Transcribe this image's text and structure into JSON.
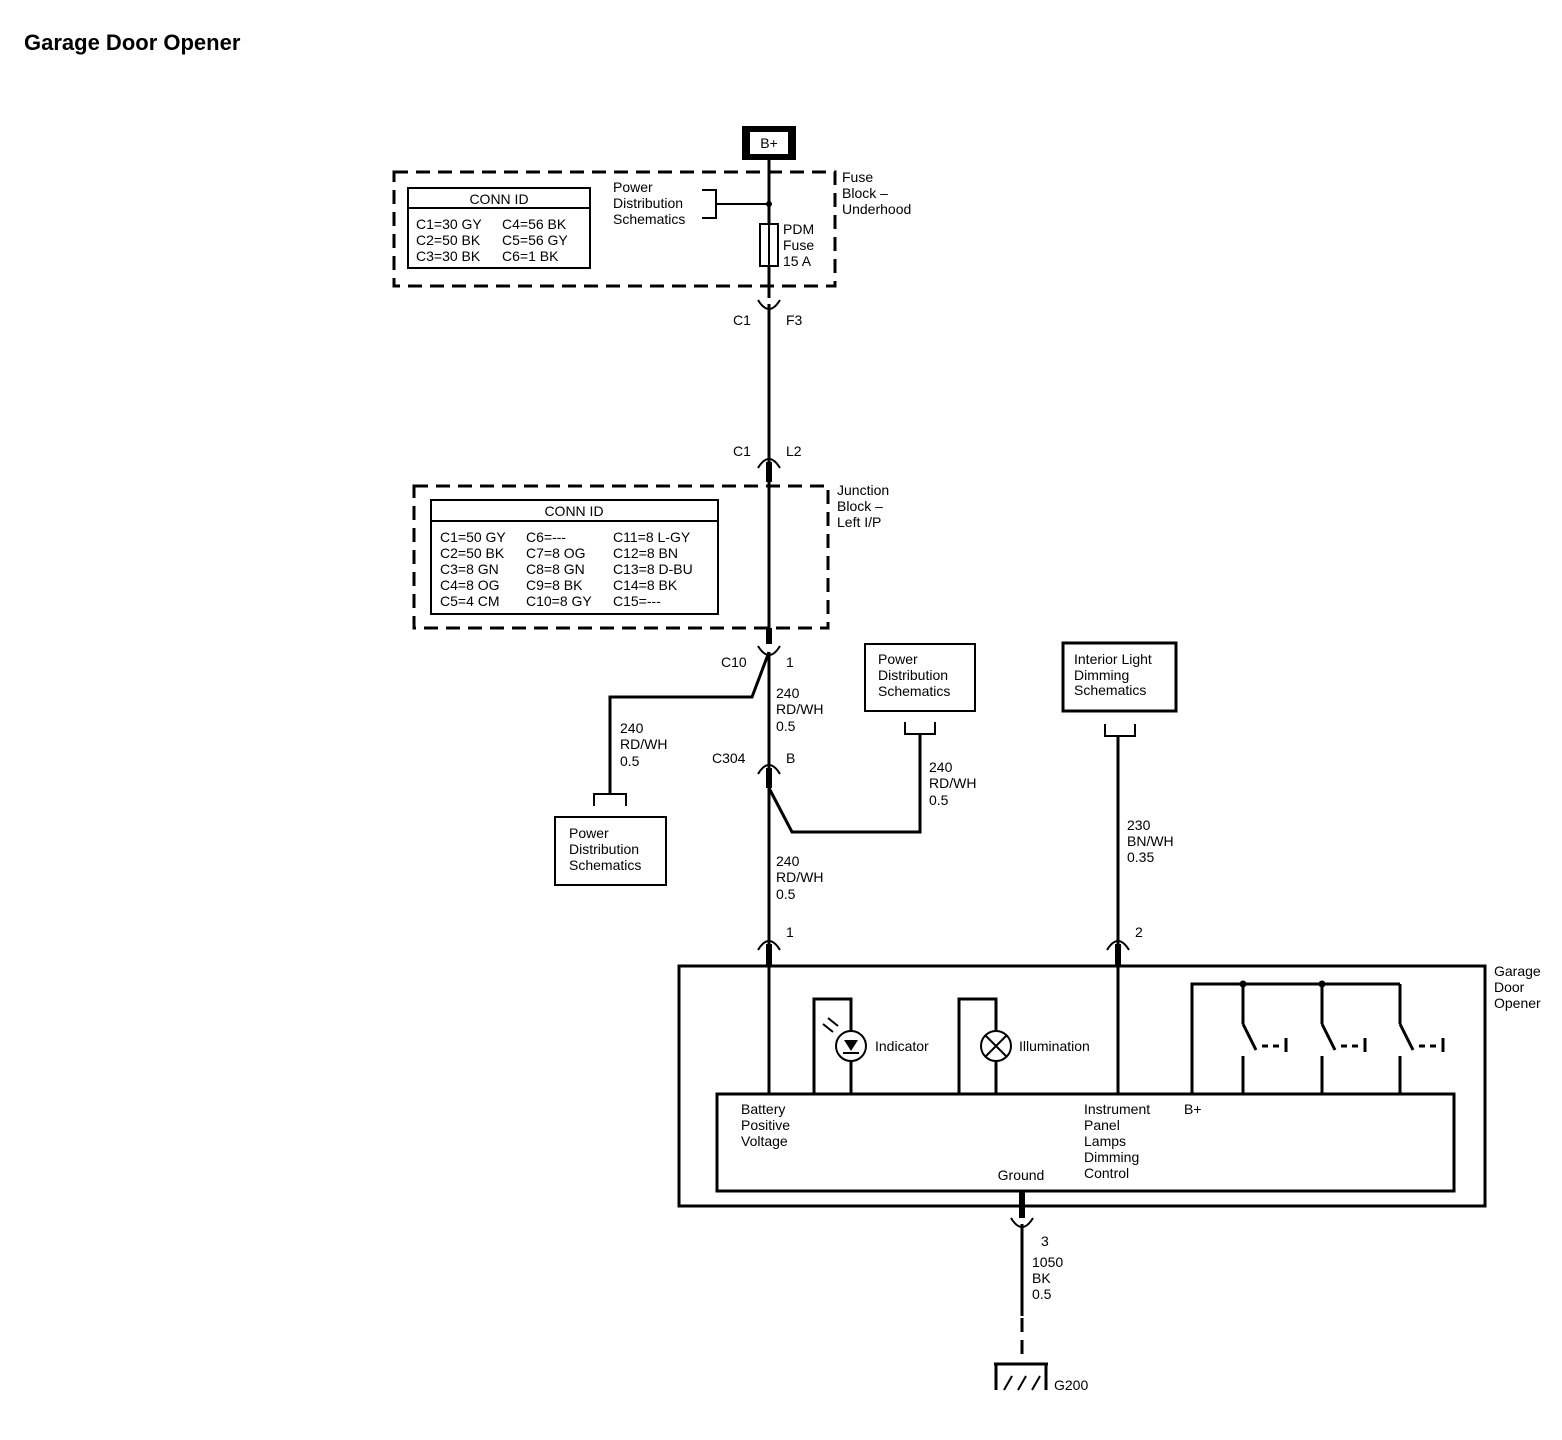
{
  "title": "Garage Door Opener",
  "b_plus": "B+",
  "fuse_block": {
    "name": [
      "Fuse",
      "Block –",
      "Underhood"
    ],
    "conn_id_title": "CONN ID",
    "conn_ids": [
      [
        "C1=30 GY",
        "C4=56 BK"
      ],
      [
        "C2=50 BK",
        "C5=56 GY"
      ],
      [
        "C3=30 BK",
        "C6=1 BK"
      ]
    ],
    "power_dist": [
      "Power",
      "Distribution",
      "Schematics"
    ],
    "fuse": [
      "PDM",
      "Fuse",
      "15 A"
    ],
    "conn_left": "C1",
    "conn_right": "F3"
  },
  "junction_block": {
    "top_conn_left": "C1",
    "top_conn_right": "L2",
    "name": [
      "Junction",
      "Block –",
      "Left I/P"
    ],
    "conn_id_title": "CONN ID",
    "conn_ids": [
      [
        "C1=50 GY",
        "C6=---",
        "C11=8 L-GY"
      ],
      [
        "C2=50 BK",
        "C7=8 OG",
        "C12=8 BN"
      ],
      [
        "C3=8 GN",
        "C8=8 GN",
        "C13=8 D-BU"
      ],
      [
        "C4=8 OG",
        "C9=8 BK",
        "C14=8 BK"
      ],
      [
        "C5=4 CM",
        "C10=8 GY",
        "C15=---"
      ]
    ],
    "bottom_conn_left": "C10",
    "bottom_conn_right": "1"
  },
  "wires": {
    "w_main_1": [
      "240",
      "RD/WH",
      "0.5"
    ],
    "w_left": [
      "240",
      "RD/WH",
      "0.5"
    ],
    "w_right": [
      "240",
      "RD/WH",
      "0.5"
    ],
    "w_main_2": [
      "240",
      "RD/WH",
      "0.5"
    ],
    "w_dim": [
      "230",
      "BN/WH",
      "0.35"
    ],
    "w_ground": [
      "1050",
      "BK",
      "0.5"
    ]
  },
  "c304": {
    "left": "C304",
    "right": "B"
  },
  "power_dist_left": [
    "Power",
    "Distribution",
    "Schematics"
  ],
  "power_dist_right": [
    "Power",
    "Distribution",
    "Schematics"
  ],
  "dimming": [
    "Interior Light",
    "Dimming",
    "Schematics"
  ],
  "gdo": {
    "name": [
      "Garage",
      "Door",
      "Opener"
    ],
    "pin1": "1",
    "pin2": "2",
    "pin3": "3",
    "indicator": "Indicator",
    "illumination": "Illumination",
    "bpv": [
      "Battery",
      "Positive",
      "Voltage"
    ],
    "ipl": [
      "Instrument",
      "Panel",
      "Lamps",
      "Dimming",
      "Control"
    ],
    "bplus": "B+",
    "ground": "Ground"
  },
  "g200": "G200"
}
